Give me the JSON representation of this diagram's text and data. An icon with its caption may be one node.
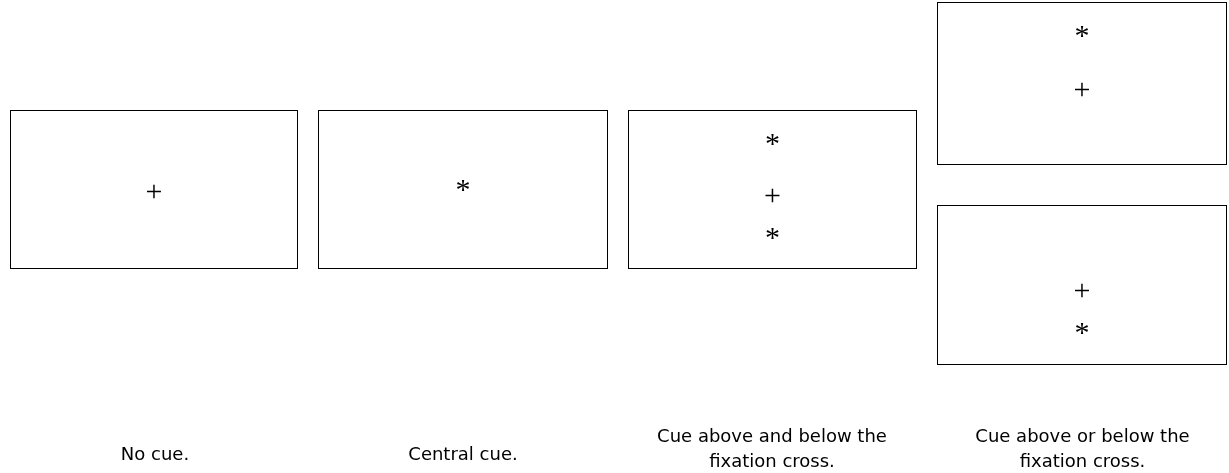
{
  "diagram": {
    "nodes": [
      {
        "text": [
          "+"
        ]
      },
      {
        "text": [
          "*"
        ]
      },
      {
        "text": [
          "*",
          "+",
          "*"
        ]
      },
      {
        "text": [
          "*",
          "+"
        ]
      },
      {
        "text": [
          "+",
          "*"
        ]
      }
    ],
    "labels": [
      "No cue.",
      "Central cue.",
      "Cue above and below the fixation cross.",
      "Cue above or below the fixation cross."
    ]
  }
}
